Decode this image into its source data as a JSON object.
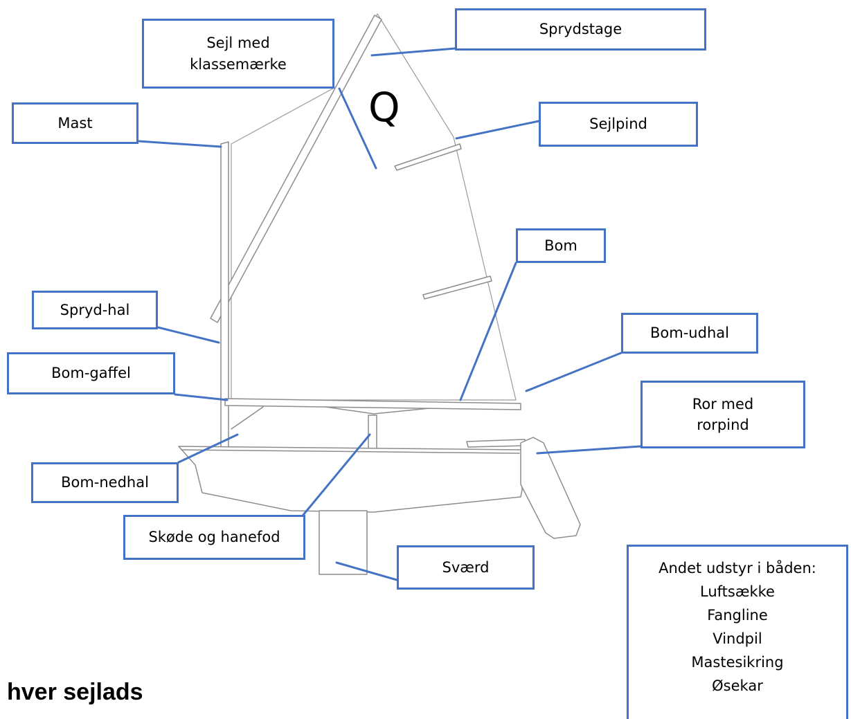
{
  "labels": {
    "sejl": "Sejl med\nklassemærke",
    "sprydstage": "Sprydstage",
    "mast": "Mast",
    "sejlpind": "Sejlpind",
    "bom": "Bom",
    "spryd_hal": "Spryd-hal",
    "bom_udhal": "Bom-udhal",
    "bom_gaffel": "Bom-gaffel",
    "ror": "Ror med\nrorpind",
    "bom_nedhal": "Bom-nedhal",
    "skode": "Skøde og hanefod",
    "svaerd": "Sværd"
  },
  "sail_emblem": "Q",
  "equipment": {
    "title": "Andet udstyr i båden:",
    "items": [
      "Luftsække",
      "Fangline",
      "Vindpil",
      "Mastesikring",
      "Øsekar"
    ]
  },
  "heading": "hver sejlads",
  "colors": {
    "accent": "#4472c4",
    "drawing": "#8c8c8c"
  }
}
